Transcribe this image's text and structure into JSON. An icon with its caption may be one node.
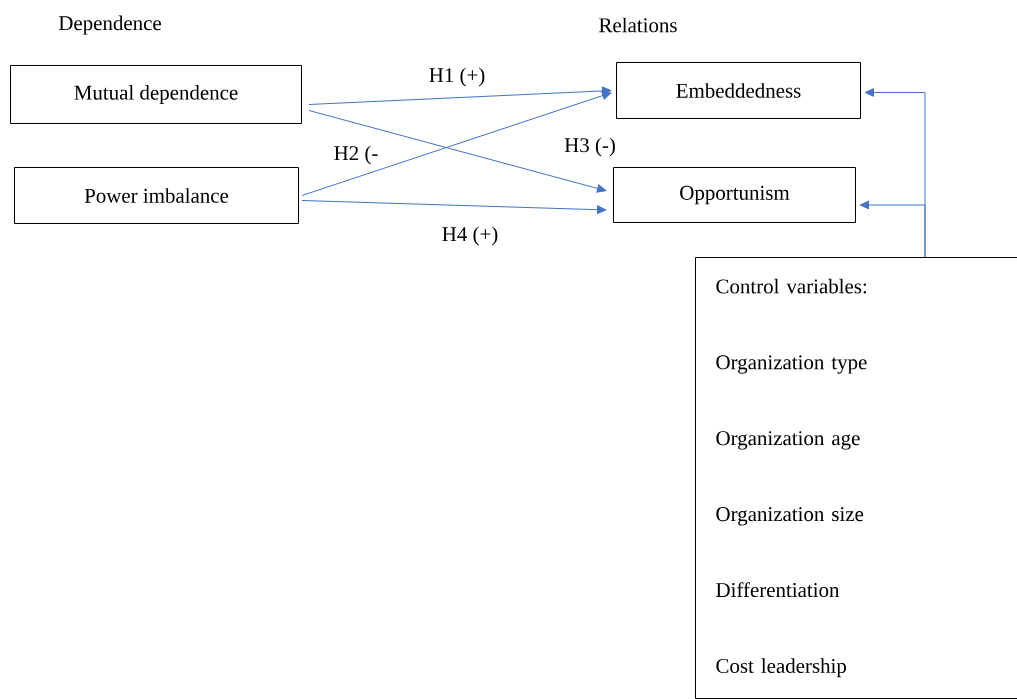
{
  "diagram": {
    "nodes": [
      {
        "text": [
          "Mutual dependence"
        ]
      },
      {
        "text": [
          "Power imbalance"
        ]
      },
      {
        "text": [
          "Embeddedness"
        ]
      },
      {
        "text": [
          "Opportunism"
        ]
      },
      {
        "text": [
          "Control variables:",
          "Organization type",
          "Organization age",
          "Organization size",
          "Differentiation",
          "Cost leadership"
        ]
      }
    ],
    "edges": [
      {
        "from": 0,
        "to": 2,
        "arrow": "to",
        "label": "H1 (+)"
      },
      {
        "from": 1,
        "to": 2,
        "arrow": "to",
        "label": "H2 (-"
      },
      {
        "from": 0,
        "to": 3,
        "arrow": "to",
        "label": "H3 (-)"
      },
      {
        "from": 1,
        "to": 3,
        "arrow": "to",
        "label": "H4 (+)"
      },
      {
        "from": 4,
        "to": 2,
        "arrow": "to"
      },
      {
        "from": 4,
        "to": 3,
        "arrow": "to"
      }
    ],
    "labels": [
      "Dependence",
      "Relations"
    ]
  }
}
